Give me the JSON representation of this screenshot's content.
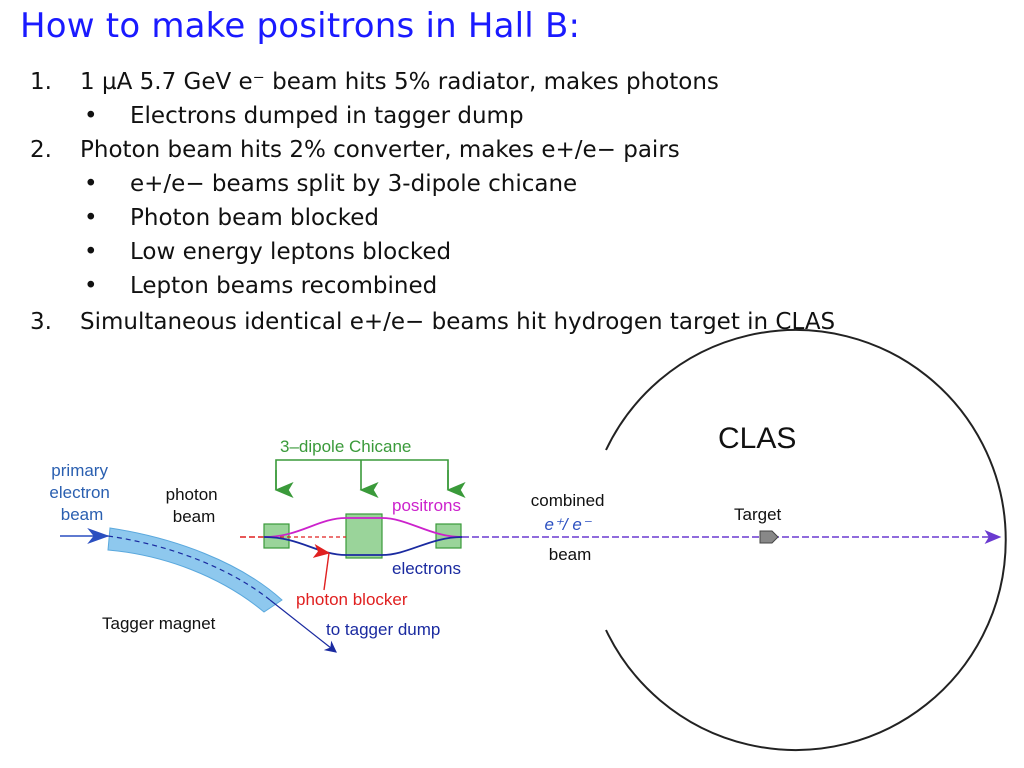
{
  "title": "How to make positrons in Hall B:",
  "items": [
    {
      "num": "1.",
      "text": "1 µA 5.7 GeV e⁻ beam hits 5% radiator, makes photons",
      "bullets": [
        "Electrons dumped in tagger dump"
      ]
    },
    {
      "num": "2.",
      "text": "Photon beam hits 2% converter, makes e+/e− pairs",
      "bullets": [
        "e+/e− beams split by 3-dipole chicane",
        "Photon beam blocked",
        "Low energy leptons blocked",
        "Lepton beams recombined"
      ]
    },
    {
      "num": "3.",
      "text": "Simultaneous identical e+/e− beams hit hydrogen target in CLAS",
      "bullets": []
    }
  ],
  "diagram": {
    "clas": "CLAS",
    "chicane": "3–dipole Chicane",
    "primary_line1": "primary",
    "primary_line2": "electron",
    "primary_line3": "beam",
    "photon_line1": "photon",
    "photon_line2": "beam",
    "positrons": "positrons",
    "electrons": "electrons",
    "photon_blocker": "photon blocker",
    "tagger_magnet": "Tagger magnet",
    "tagger_dump": "to tagger dump",
    "combined_line1": "combined",
    "combined_line2": "e⁺/ e⁻",
    "combined_line3": "beam",
    "target": "Target"
  },
  "colors": {
    "title": "#1a1aff",
    "label_blue": "#2a5fb0",
    "magenta": "#cc22cc",
    "electron_blue": "#1a2aa0",
    "red": "#e02020",
    "green": "#3a9a3a",
    "green_fill": "#9ad49a",
    "magnet_fill": "#8ec8ee",
    "beam_purple": "#6a3ad0"
  }
}
